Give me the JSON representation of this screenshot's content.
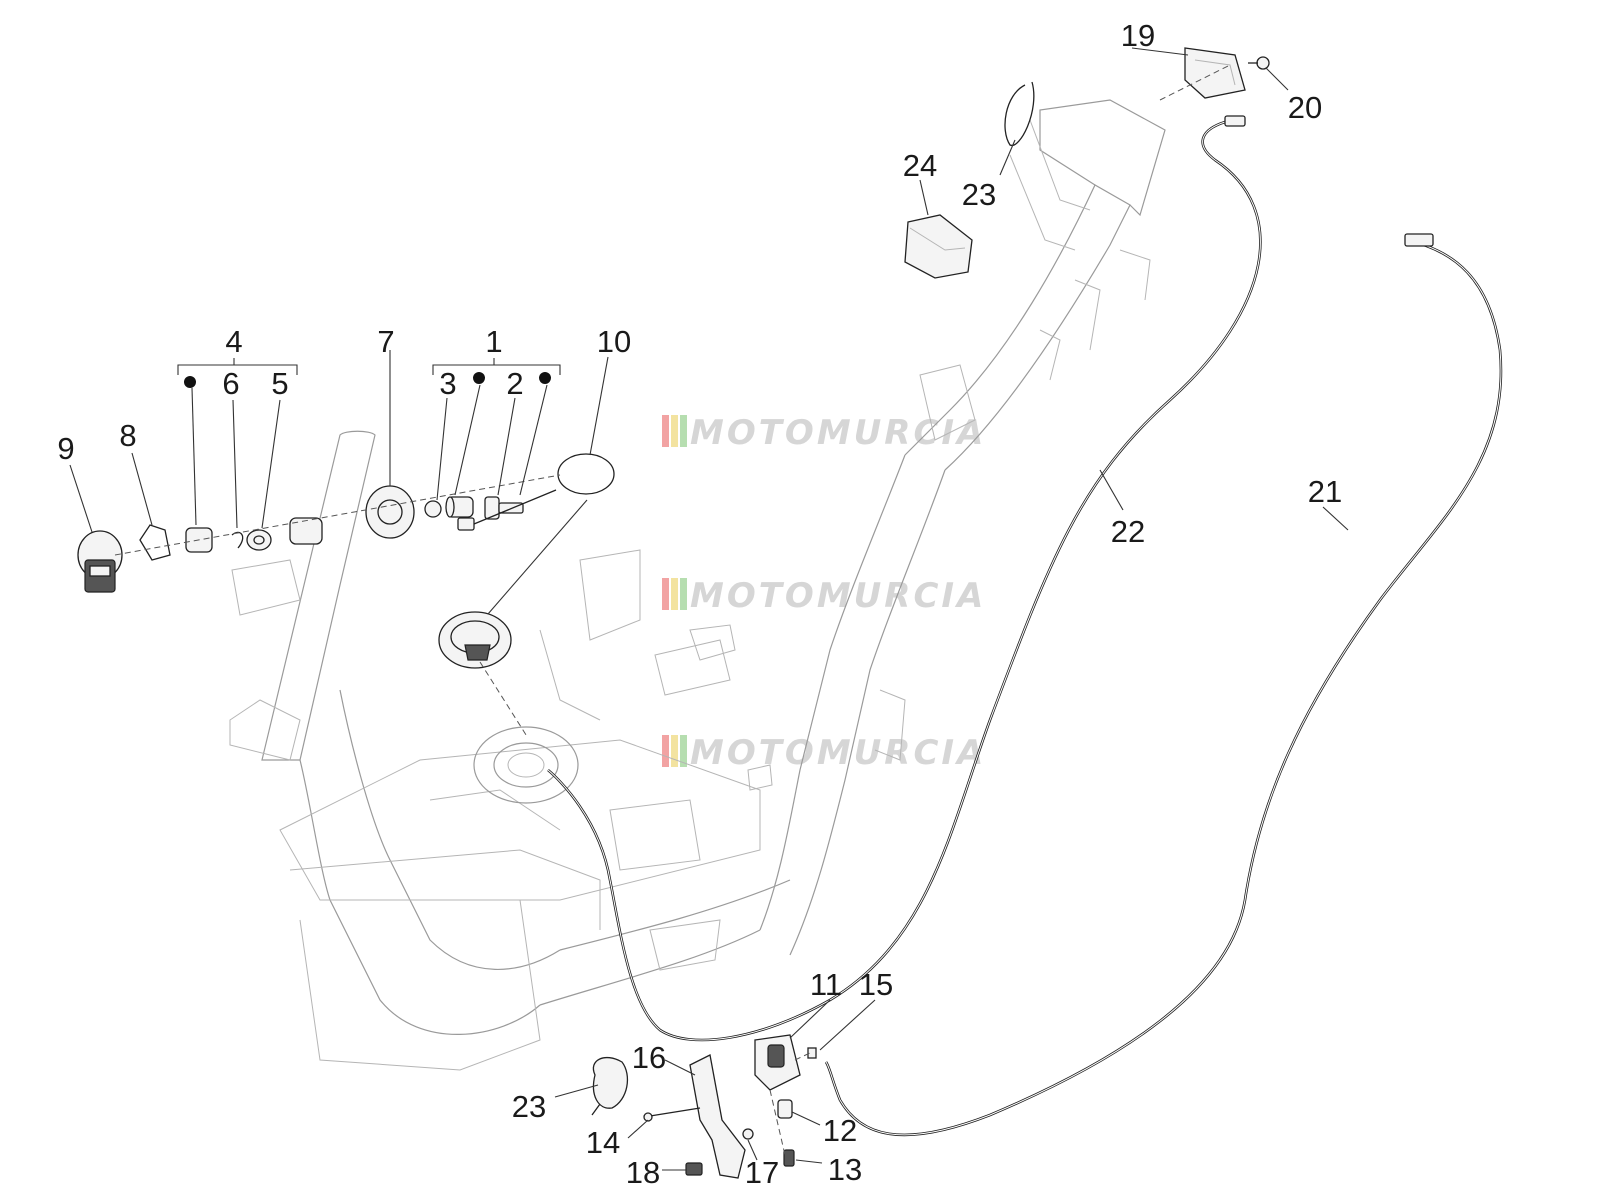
{
  "watermark": {
    "text": "MOTOMURCIA"
  },
  "callouts": [
    {
      "id": "c1",
      "text": "1"
    },
    {
      "id": "c2",
      "text": "2"
    },
    {
      "id": "c3",
      "text": "3"
    },
    {
      "id": "c4",
      "text": "4"
    },
    {
      "id": "c5",
      "text": "5"
    },
    {
      "id": "c6",
      "text": "6"
    },
    {
      "id": "c7",
      "text": "7"
    },
    {
      "id": "c8",
      "text": "8"
    },
    {
      "id": "c9",
      "text": "9"
    },
    {
      "id": "c10",
      "text": "10"
    },
    {
      "id": "c11",
      "text": "11"
    },
    {
      "id": "c12",
      "text": "12"
    },
    {
      "id": "c13",
      "text": "13"
    },
    {
      "id": "c14",
      "text": "14"
    },
    {
      "id": "c15",
      "text": "15"
    },
    {
      "id": "c16",
      "text": "16"
    },
    {
      "id": "c17",
      "text": "17"
    },
    {
      "id": "c18",
      "text": "18"
    },
    {
      "id": "c19",
      "text": "19"
    },
    {
      "id": "c20",
      "text": "20"
    },
    {
      "id": "c21",
      "text": "21"
    },
    {
      "id": "c22",
      "text": "22"
    },
    {
      "id": "c23a",
      "text": "23"
    },
    {
      "id": "c23b",
      "text": "23"
    },
    {
      "id": "c24",
      "text": "24"
    }
  ]
}
